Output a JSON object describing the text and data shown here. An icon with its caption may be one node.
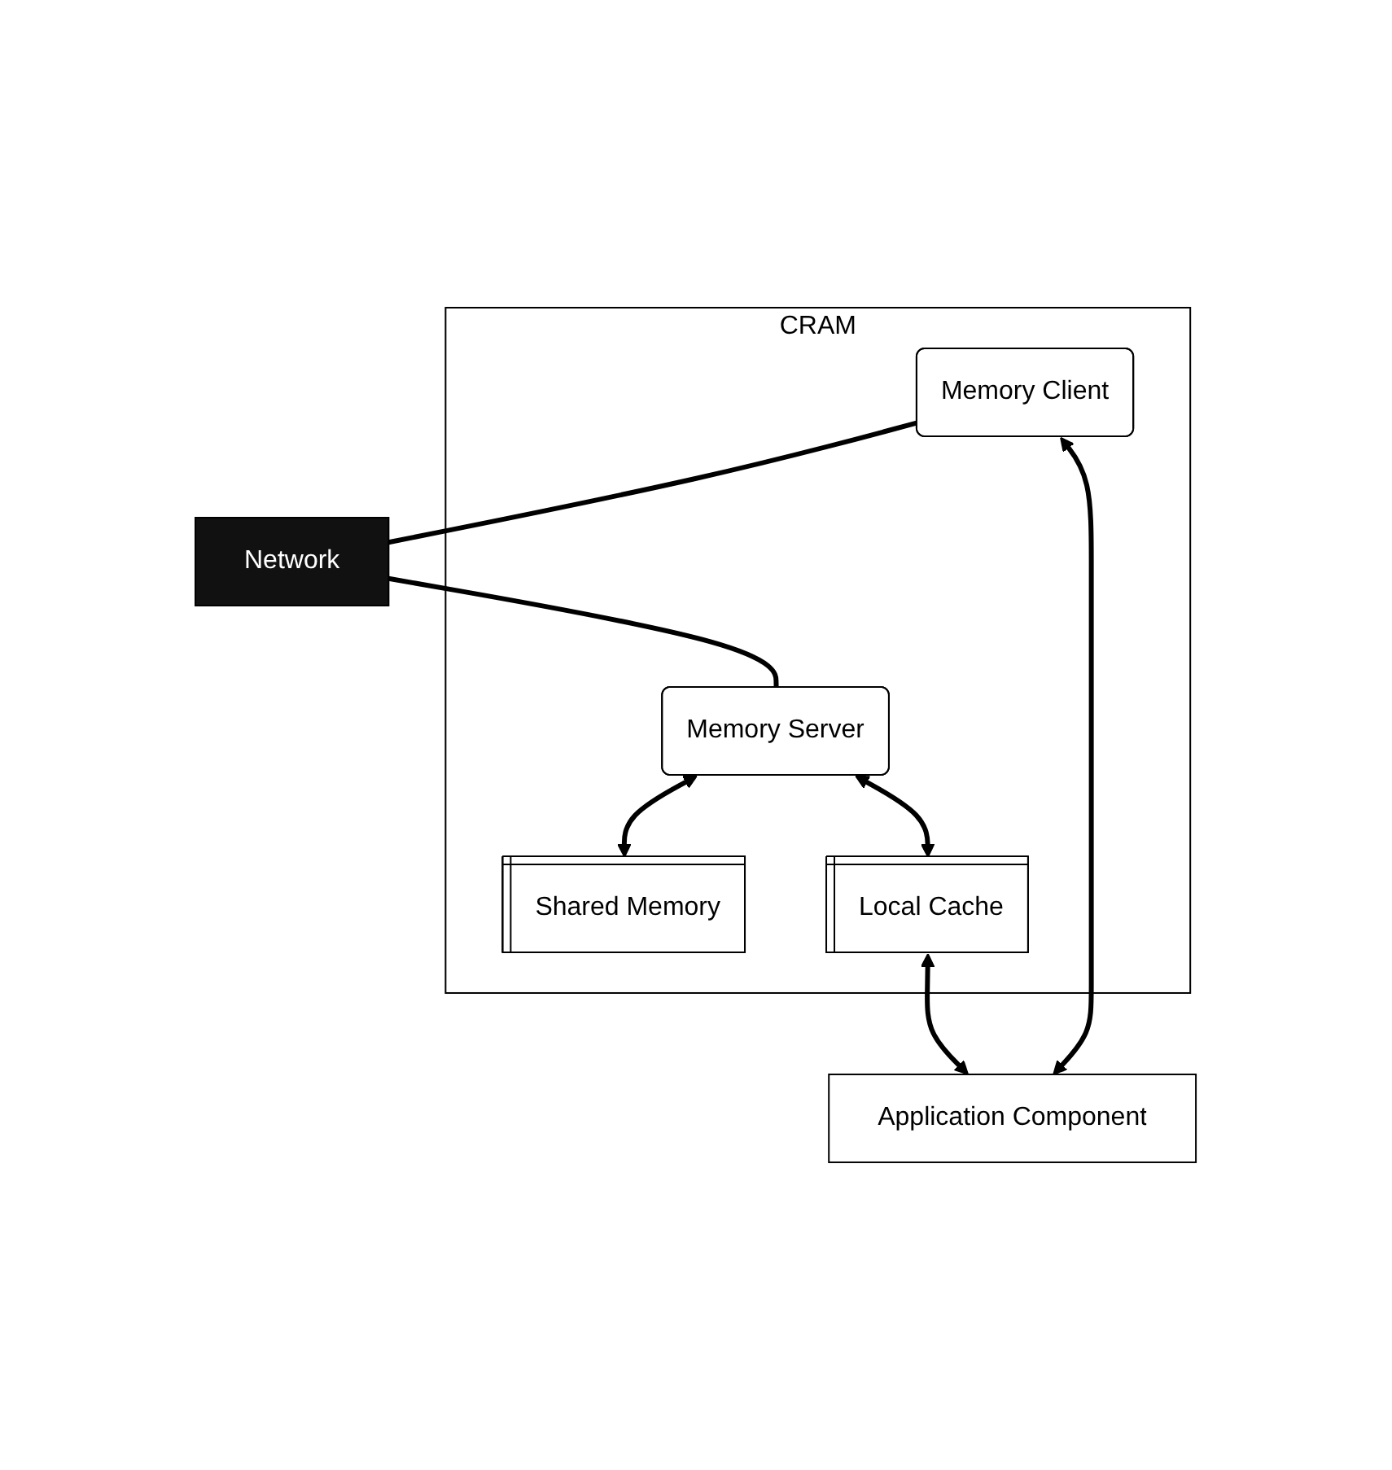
{
  "diagram": {
    "nodes": [
      {
        "text": [
          "Network"
        ]
      },
      {
        "text": [
          "CRAM"
        ]
      },
      {
        "text": [
          "Memory Server"
        ],
        "in": 1
      },
      {
        "text": [
          "Shared Memory"
        ],
        "in": 1
      },
      {
        "text": [
          "Local Cache"
        ],
        "in": 1
      },
      {
        "text": [
          "Memory Client"
        ],
        "in": 1
      },
      {
        "text": [
          "Application Component"
        ]
      }
    ],
    "edges": [
      {
        "from": 0,
        "to": 2,
        "arrow": "none"
      },
      {
        "from": 2,
        "to": 3,
        "arrow": "both"
      },
      {
        "from": 2,
        "to": 4,
        "arrow": "both"
      },
      {
        "from": 4,
        "to": 6,
        "arrow": "both"
      },
      {
        "from": 5,
        "to": 6,
        "arrow": "both"
      },
      {
        "from": 5,
        "to": 0,
        "arrow": "none"
      }
    ]
  }
}
